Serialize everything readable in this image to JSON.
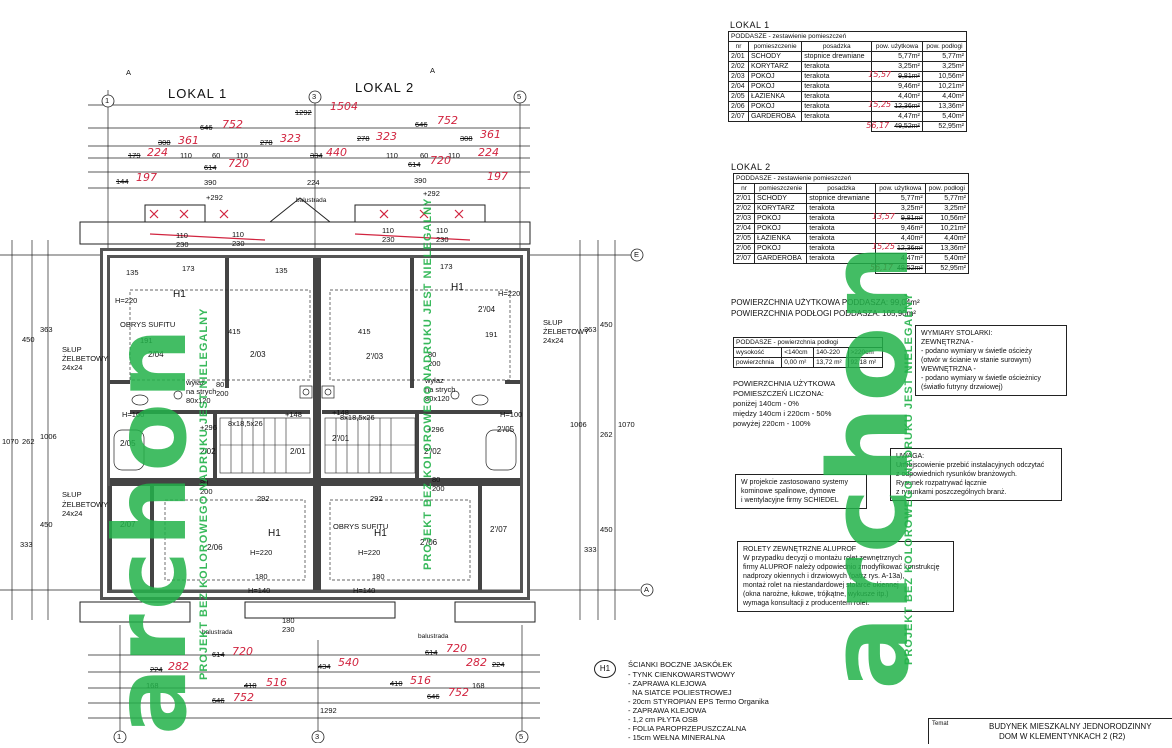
{
  "plan": {
    "local1_title": "LOKAL 1",
    "local2_title": "LOKAL 2",
    "axes": [
      "1",
      "3",
      "5"
    ],
    "row_axes": [
      "E",
      "A"
    ],
    "section_mark": "A",
    "dims_top": {
      "total": "1292",
      "total_fix": "1504",
      "half_left": "646",
      "half_left_fix": "752",
      "half_right": "646",
      "half_right_fix": "752",
      "seg_308": "308",
      "seg_308_fix": "361",
      "seg_278_l": "278",
      "seg_278_l_fix": "323",
      "seg_278_r": "278",
      "seg_278_r_fix": "323",
      "seg_308_r": "308",
      "seg_308_r_fix": "361",
      "seg_179": "179",
      "seg_179_fix": "224",
      "seg_110": "110",
      "seg_60": "60",
      "seg_334": "334",
      "seg_334_fix": "440",
      "seg_614_l": "614",
      "seg_614_l_fix": "720",
      "seg_614_r": "614",
      "seg_614_r_fix": "720",
      "seg_144": "144",
      "seg_144_fix": "197",
      "seg_390_l": "390",
      "seg_224": "224",
      "seg_390_r": "390",
      "seg_292_a": "+292",
      "seg_292_b": "+292",
      "balustrada": "balustrada"
    },
    "dims_left": [
      "363",
      "450",
      "262",
      "1070",
      "1006",
      "333",
      "450"
    ],
    "dims_right": [
      "363",
      "450",
      "1006",
      "262",
      "1070",
      "450",
      "333"
    ],
    "rooms": {
      "r204_l": "2/04",
      "r203_l": "2/03",
      "r202_l": "2/02",
      "r201_l": "2/01",
      "r205_l": "2/05",
      "r206_l": "2/06",
      "r207_l": "2/07",
      "r204_r": "2'/04",
      "r203_r": "2'/03",
      "r202_r": "2'/02",
      "r201_r": "2'/01",
      "r205_r": "2'/05",
      "r206_r": "2'/06",
      "r207_r": "2'/07"
    },
    "labels": {
      "obrys_sufitu": "OBRYS SUFITU",
      "slup_l1": "SŁUP",
      "slup_l2": "ŻELBETOWY",
      "slup_l3": "24x24",
      "stairs_l": "8x18,5x26",
      "stairs_r": "8x18,5x26",
      "plus148": "+148",
      "plus296": "+296",
      "h220": "H=220",
      "h140": "H=140",
      "h100": "H=100",
      "wylaz": "wyłaz",
      "na_strych": "na strych",
      "wylaz_size": "80x120",
      "window_110_230": "110\n230",
      "window_80_200": "80\n200",
      "window_180_230": "180\n230",
      "h1": "H1",
      "dim_292": "292",
      "dim_180": "180",
      "dim_191": "191",
      "dim_135": "135",
      "dim_173": "173",
      "dim_415": "415"
    },
    "dims_bottom": {
      "seg_224": "224",
      "seg_224_fix": "282",
      "seg_614_l": "614",
      "seg_614_l_fix": "720",
      "seg_434": "434",
      "seg_434_fix": "540",
      "seg_614_r": "614",
      "seg_614_r_fix": "720",
      "seg_224_r": "224",
      "seg_224_r_fix": "282",
      "seg_168": "168",
      "seg_410_l": "410",
      "seg_410_l_fix": "516",
      "seg_410_r": "410",
      "seg_410_r_fix": "516",
      "seg_646_l": "646",
      "seg_646_l_fix": "752",
      "seg_646_r": "646",
      "seg_646_r_fix": "752",
      "total": "1292"
    },
    "legend_h1": {
      "symbol": "H1",
      "title": "ŚCIANKI BOCZNE JASKÓŁEK",
      "items": [
        "- TYNK CIENKOWARSTWOWY",
        "- ZAPRAWA KLEJOWA",
        "  NA SIATCE POLIESTROWEJ",
        "- 20cm STYROPIAN EPS Termo Organika",
        "- ZAPRAWA KLEJOWA",
        "- 1,2 cm PŁYTA OSB",
        "- FOLIA PAROPRZEPUSZCZALNA",
        "- 15cm WEŁNA MINERALNA"
      ]
    }
  },
  "lokal1": {
    "title": "LOKAL 1",
    "caption": "PODDASZE  -  zestawienie pomieszczeń",
    "headers": [
      "nr",
      "pomieszczenie",
      "posadzka",
      "pow. użytkowa",
      "pow. podłogi"
    ],
    "rows": [
      [
        "2/01",
        "SCHODY",
        "stopnice drewniane",
        "5,77m²",
        "5,77m²"
      ],
      [
        "2/02",
        "KORYTARZ",
        "terakota",
        "3,25m²",
        "3,25m²"
      ],
      [
        "2/03",
        "POKÓJ",
        "terakota",
        "9,81m²",
        "10,56m²"
      ],
      [
        "2/04",
        "POKÓJ",
        "terakota",
        "9,46m²",
        "10,21m²"
      ],
      [
        "2/05",
        "ŁAZIENKA",
        "terakota",
        "4,40m²",
        "4,40m²"
      ],
      [
        "2/06",
        "POKÓJ",
        "terakota",
        "12,36m²",
        "13,36m²"
      ],
      [
        "2/07",
        "GARDEROBA",
        "terakota",
        "4,47m²",
        "5,40m²"
      ]
    ],
    "total_use": "49,52m²",
    "total_floor": "52,95m²",
    "fix_a": "15,57",
    "fix_b": "15,25",
    "fix_total": "56,17"
  },
  "lokal2": {
    "title": "LOKAL 2",
    "caption": "PODDASZE  -  zestawienie pomieszczeń",
    "headers": [
      "nr",
      "pomieszczenie",
      "posadzka",
      "pow. użytkowa",
      "pow. podłogi"
    ],
    "rows": [
      [
        "2'/01",
        "SCHODY",
        "stopnice drewniane",
        "5,77m²",
        "5,77m²"
      ],
      [
        "2'/02",
        "KORYTARZ",
        "terakota",
        "3,25m²",
        "3,25m²"
      ],
      [
        "2'/03",
        "POKÓJ",
        "terakota",
        "9,81m²",
        "10,56m²"
      ],
      [
        "2'/04",
        "POKÓJ",
        "terakota",
        "9,46m²",
        "10,21m²"
      ],
      [
        "2'/05",
        "ŁAZIENKA",
        "terakota",
        "4,40m²",
        "4,40m²"
      ],
      [
        "2'/06",
        "POKÓJ",
        "terakota",
        "12,36m²",
        "13,36m²"
      ],
      [
        "2'/07",
        "GARDEROBA",
        "terakota",
        "4,47m²",
        "5,40m²"
      ]
    ],
    "total_use": "49,52m²",
    "total_floor": "52,95m²",
    "fix_a": "13,57",
    "fix_b": "15,25",
    "fix_total": "56,17"
  },
  "summary": {
    "use_area": "POWIERZCHNIA UŻYTKOWA PODDASZA: 99,04m²",
    "floor_area": "POWIERZCHNIA PODŁOGI PODDASZA: 105,90m²"
  },
  "height_table": {
    "caption": "PODDASZE  -  powierzchnia podłogi",
    "row1": [
      "wysokość",
      "<140cm",
      "140-220",
      ">220cm"
    ],
    "row2": [
      "powierzchnia",
      "0,00 m²",
      "13,72 m²",
      "92,18 m²"
    ]
  },
  "usable_note": {
    "lines": [
      "POWIERZCHNIA UŻYTKOWA",
      "POMIESZCZEŃ LICZONA:",
      "poniżej 140cm  -  0%",
      "między 140cm i 220cm  -  50%",
      "powyżej 220cm  -  100%"
    ]
  },
  "carpentry": {
    "lines": [
      "WYMIARY STOLARKI:",
      "ZEWNĘTRZNA -",
      "  -  podano wymiary w świetle ościeży",
      "     (otwór w ścianie w stanie surowym)",
      "WEWNĘTRZNA -",
      "  -  podano wymiary w świetle ościeżnicy",
      "     (światło futryny drzwiowej)"
    ]
  },
  "schiedel": {
    "lines": [
      "W projekcie zastosowano systemy",
      "kominowe spalinowe, dymowe",
      "i wentylacyjne firmy SCHIEDEL"
    ]
  },
  "uwaga": {
    "lines": [
      "UWAGA:",
      "Umiejscowienie przebić instalacyjnych odczytać",
      "z odpowiednich rysunków branżowych.",
      "Rysunek rozpatrywać łącznie",
      "z rysunkami poszczególnych branż."
    ]
  },
  "aluprof": {
    "lines": [
      "ROLETY ZEWNĘTRZNE ALUPROF",
      "W przypadku decyzji o montażu rolet zewnętrznych",
      "firmy ALUPROF należy odpowiednio zmodyfikować konstrukcję",
      "nadprozy okiennych i drzwiowych (patrz rys. A-13a),",
      "montaż rolet na niestandardowej stolarce okiennej",
      "(okna narożne, łukowe, trójkątne, wykusze itp.)",
      "wymaga konsultacji z producentem rolet."
    ]
  },
  "watermark": {
    "big": "archon",
    "side1": "PROJEKT BEZ KOLOROWEGO NADRUKU JEST NIELEGALNY",
    "side2": "PROJEKT BEZ KOLOROWEGO NADRUKU JEST NIELEGALNY",
    "side3": "PROJEKT BEZ KOLOROWEGO NADRUKU JEST NIELEGALNY",
    "color": "#23b24a"
  },
  "title_block": {
    "label": "Temat",
    "line1": "BUDYNEK MIESZKALNY JEDNORODZINNY",
    "line2": "DOM W KLEMENTYNKACH 2 (R2)"
  },
  "colors": {
    "line": "#1a1a1a",
    "markup": "#d1243f",
    "watermark": "#23b24a"
  }
}
